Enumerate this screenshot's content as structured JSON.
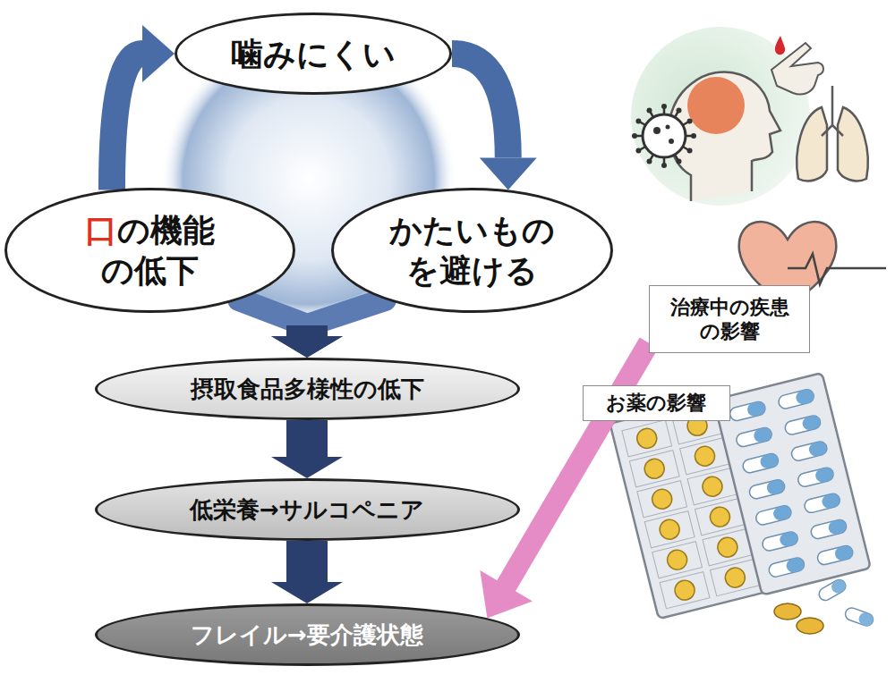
{
  "diagram": {
    "nodes": [
      {
        "text": [
          "噛みにくい"
        ]
      },
      {
        "text": [
          "口の機能 の低下"
        ]
      },
      {
        "text": [
          "かたいもの を避ける"
        ]
      },
      {
        "text": [
          "摂取食品多様性の低下"
        ]
      },
      {
        "text": [
          "低栄養→サルコペニア"
        ]
      },
      {
        "text": [
          "フレイル→要介護状態"
        ]
      },
      {
        "text": [
          "治療中の疾患 の影響"
        ]
      },
      {
        "text": [
          "お薬の影響"
        ]
      }
    ],
    "edges": [
      {
        "from": 1,
        "to": 0,
        "arrow": "to"
      },
      {
        "from": 0,
        "to": 2,
        "arrow": "to"
      },
      {
        "from": 1,
        "to": 3,
        "arrow": "to"
      },
      {
        "from": 2,
        "to": 3,
        "arrow": "to"
      },
      {
        "from": 3,
        "to": 4,
        "arrow": "to"
      },
      {
        "from": 4,
        "to": 5,
        "arrow": "to"
      },
      {
        "from": 6,
        "to": 5,
        "arrow": "to"
      }
    ]
  }
}
